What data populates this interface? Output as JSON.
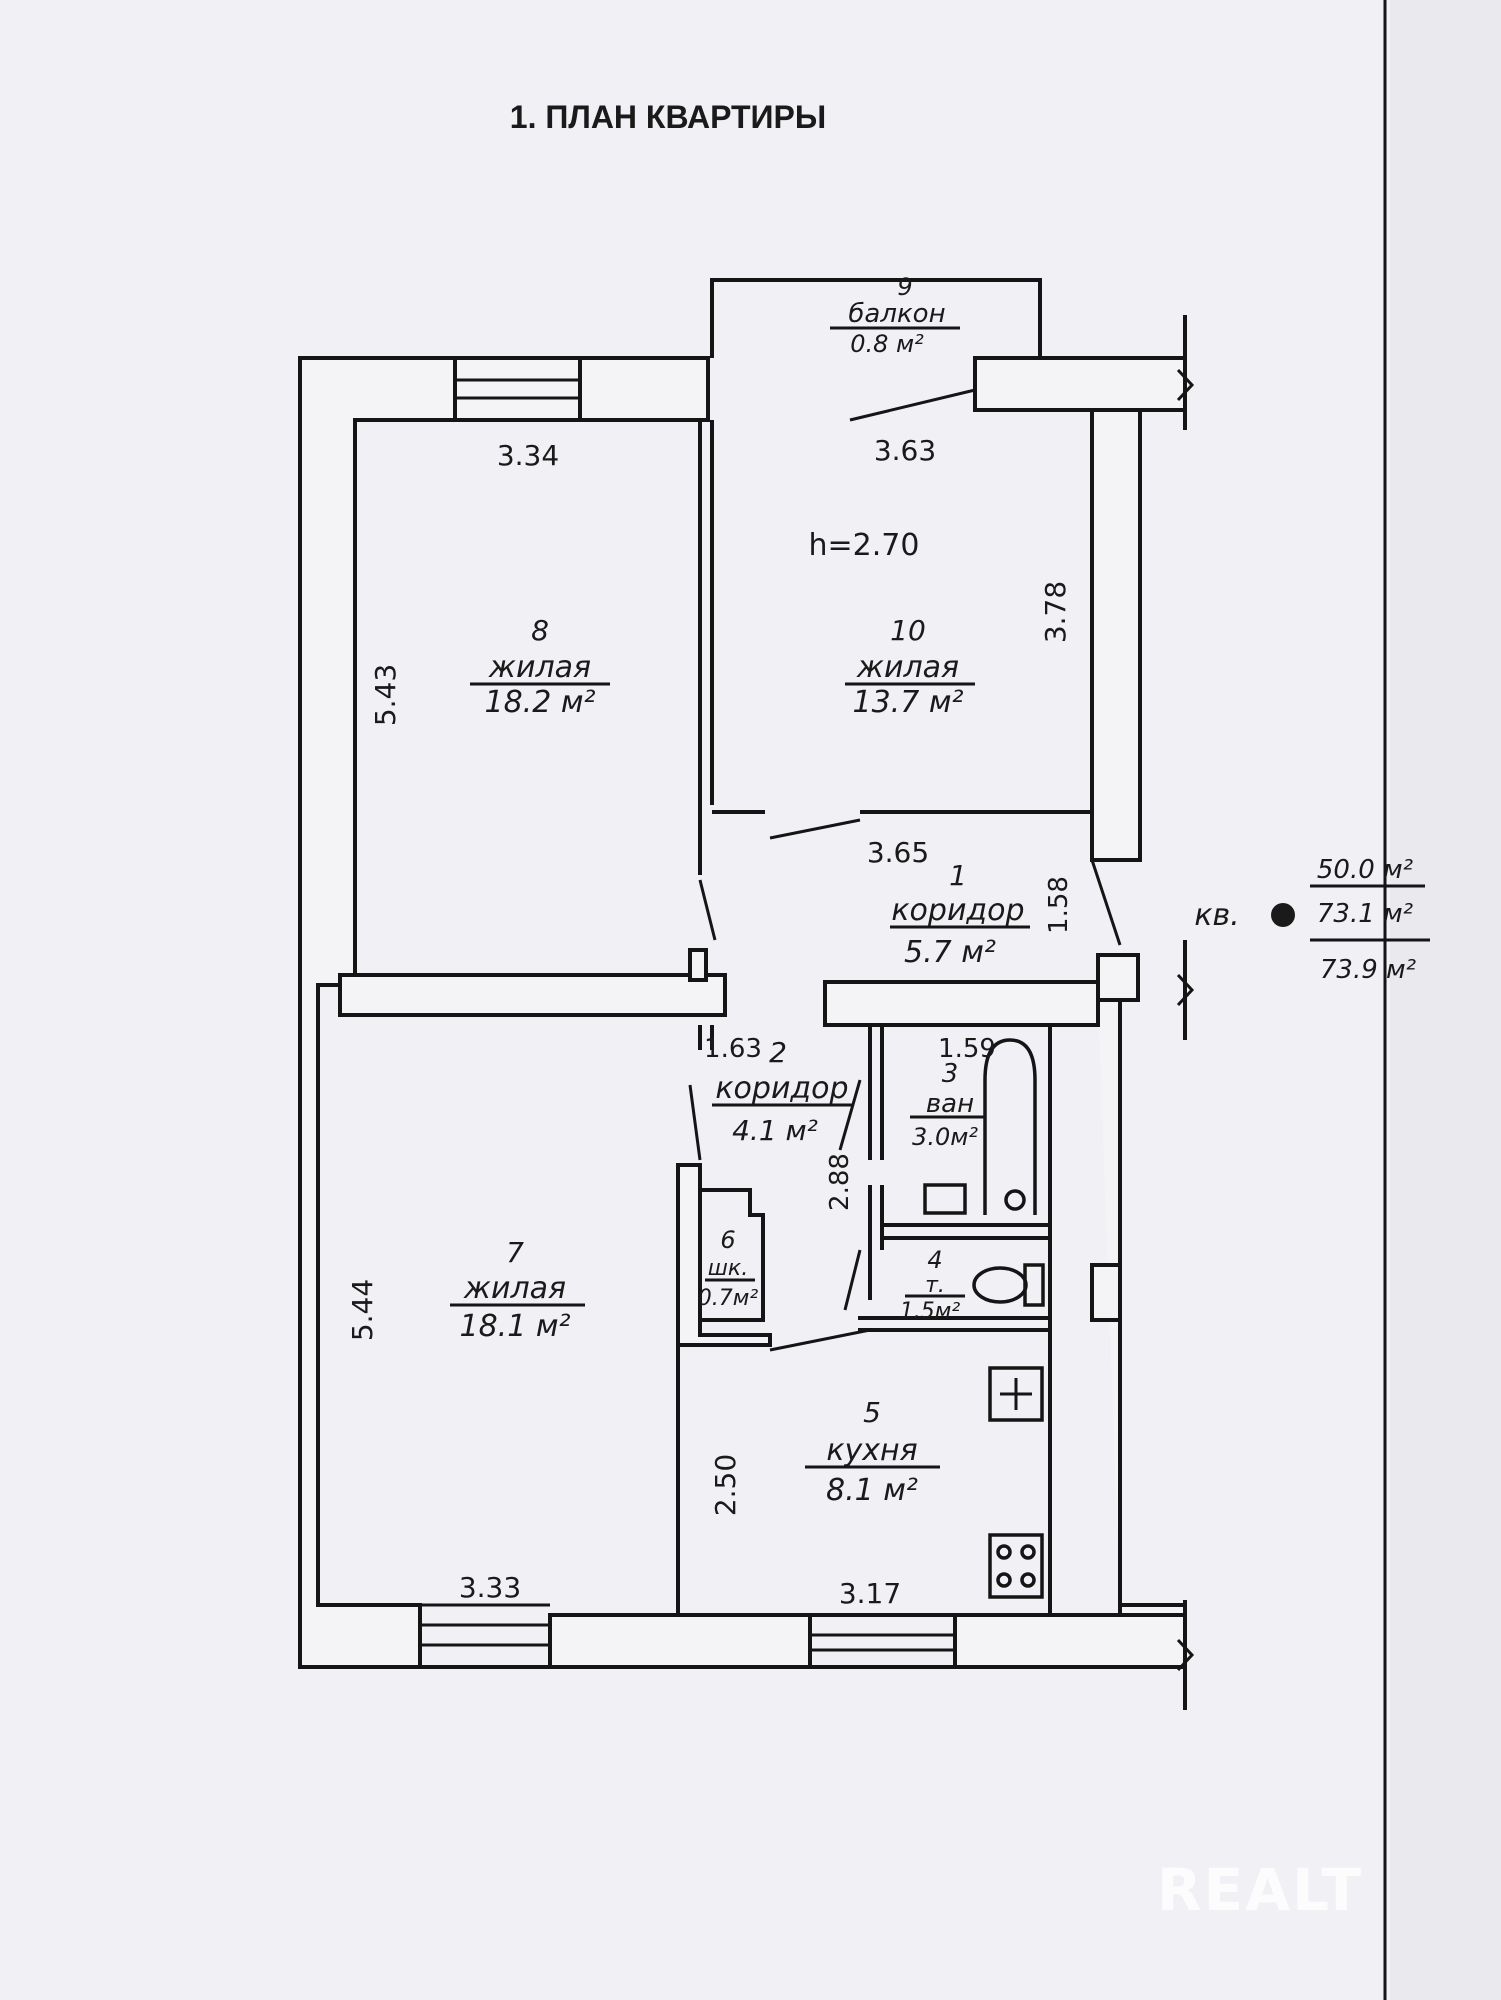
{
  "title": "1. ПЛАН КВАРТИРЫ",
  "ceiling_height": "h=2.70",
  "rooms": [
    {
      "num": "8",
      "name": "жилая",
      "area": "18.2 м²"
    },
    {
      "num": "10",
      "name": "жилая",
      "area": "13.7 м²"
    },
    {
      "num": "9",
      "name": "балкон",
      "area": "0.8 м²"
    },
    {
      "num": "1",
      "name": "коридор",
      "area": "5.7 м²"
    },
    {
      "num": "2",
      "name": "коридор",
      "area": "4.1 м²"
    },
    {
      "num": "3",
      "name": "ван",
      "area": "3.0м²"
    },
    {
      "num": "6",
      "name": "шк.",
      "area": "0.7м²"
    },
    {
      "num": "4",
      "name": "т.",
      "area": "1.5м²"
    },
    {
      "num": "7",
      "name": "жилая",
      "area": "18.1 м²"
    },
    {
      "num": "5",
      "name": "кухня",
      "area": "8.1 м²"
    }
  ],
  "dimensions": [
    "3.34",
    "3.63",
    "5.43",
    "3.78",
    "3.65",
    "1.58",
    "1.63",
    "1.59",
    "2.88",
    "5.44",
    "2.50",
    "3.33",
    "3.17"
  ],
  "apartment": {
    "prefix": "кв.",
    "living_area": "50.0 м²",
    "total_area": "73.1 м²",
    "area_with_balcony": "73.9 м²"
  },
  "watermark": "REALT"
}
